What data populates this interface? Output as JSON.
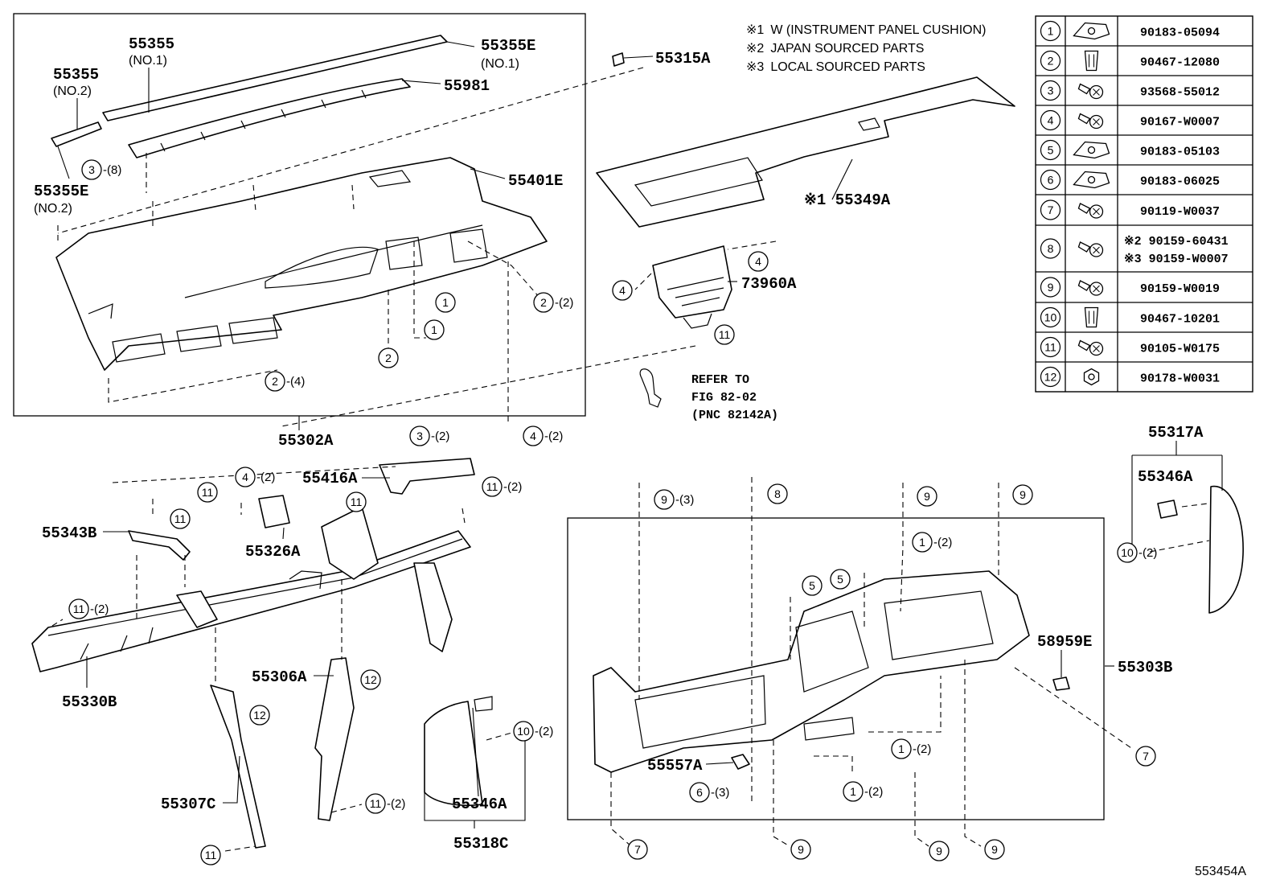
{
  "notes": [
    {
      "mark": "※1",
      "text": "W (INSTRUMENT PANEL CUSHION)"
    },
    {
      "mark": "※2",
      "text": "JAPAN SOURCED PARTS"
    },
    {
      "mark": "※3",
      "text": "LOCAL SOURCED PARTS"
    }
  ],
  "fastener_table": {
    "rows": [
      {
        "num": "1",
        "icon": "clip-nut-icon",
        "part": "90183-05094"
      },
      {
        "num": "2",
        "icon": "push-clip-icon",
        "part": "90467-12080"
      },
      {
        "num": "3",
        "icon": "screw-icon",
        "part": "93568-55012"
      },
      {
        "num": "4",
        "icon": "screw-icon",
        "part": "90167-W0007"
      },
      {
        "num": "5",
        "icon": "clip-nut-icon",
        "part": "90183-05103"
      },
      {
        "num": "6",
        "icon": "clip-nut-icon",
        "part": "90183-06025"
      },
      {
        "num": "7",
        "icon": "bolt-icon",
        "part": "90119-W0037"
      },
      {
        "num": "8",
        "icon": "screw-icon",
        "part": "※2 90159-60431",
        "part2": "※3 90159-W0007"
      },
      {
        "num": "9",
        "icon": "screw-icon",
        "part": "90159-W0019"
      },
      {
        "num": "10",
        "icon": "push-clip-icon",
        "part": "90467-10201"
      },
      {
        "num": "11",
        "icon": "bolt-icon",
        "part": "90105-W0175"
      },
      {
        "num": "12",
        "icon": "nut-icon",
        "part": "90178-W0031"
      }
    ]
  },
  "labels": {
    "p55355_no1": "55355",
    "p55355_no1_sub": "(NO.1)",
    "p55355_no2": "55355",
    "p55355_no2_sub": "(NO.2)",
    "p55355e_no1": "55355E",
    "p55355e_no1_sub": "(NO.1)",
    "p55355e_no2": "55355E",
    "p55355e_no2_sub": "(NO.2)",
    "p55981": "55981",
    "p55401e": "55401E",
    "p55315a": "55315A",
    "p55349a": "※1 55349A",
    "p73960a": "73960A",
    "p55302a": "55302A",
    "p55416a": "55416A",
    "p55343b": "55343B",
    "p55326a": "55326A",
    "p55330b": "55330B",
    "p55306a": "55306A",
    "p55307c": "55307C",
    "p55346a_left": "55346A",
    "p55318c": "55318C",
    "p55557a": "55557A",
    "p55317a": "55317A",
    "p55346a_right": "55346A",
    "p58959e": "58959E",
    "p55303b": "55303B",
    "refer1": "REFER TO",
    "refer2": "FIG 82-02",
    "refer3": "(PNC 82142A)",
    "figure_id": "553454A"
  },
  "callouts": {
    "c1": {
      "n": "3",
      "q": "-(8)"
    },
    "c2": {
      "n": "1",
      "q": ""
    },
    "c3": {
      "n": "1",
      "q": ""
    },
    "c4": {
      "n": "2",
      "q": "-(2)"
    },
    "c5": {
      "n": "2",
      "q": ""
    },
    "c6": {
      "n": "2",
      "q": "-(4)"
    },
    "c7": {
      "n": "4",
      "q": ""
    },
    "c8": {
      "n": "4",
      "q": ""
    },
    "c9": {
      "n": "11",
      "q": ""
    },
    "c10": {
      "n": "4",
      "q": "-(2)"
    },
    "c11": {
      "n": "3",
      "q": "-(2)"
    },
    "c12": {
      "n": "11",
      "q": ""
    },
    "c13": {
      "n": "11",
      "q": ""
    },
    "c14": {
      "n": "4",
      "q": "-(2)"
    },
    "c15": {
      "n": "11",
      "q": ""
    },
    "c16": {
      "n": "11",
      "q": "-(2)"
    },
    "c17": {
      "n": "11",
      "q": "-(2)"
    },
    "c18": {
      "n": "12",
      "q": ""
    },
    "c19": {
      "n": "12",
      "q": ""
    },
    "c20": {
      "n": "10",
      "q": "-(2)"
    },
    "c21": {
      "n": "11",
      "q": "-(2)"
    },
    "c22": {
      "n": "11",
      "q": ""
    },
    "c23": {
      "n": "9",
      "q": "-(3)"
    },
    "c24": {
      "n": "8",
      "q": ""
    },
    "c25": {
      "n": "9",
      "q": ""
    },
    "c26": {
      "n": "9",
      "q": ""
    },
    "c27": {
      "n": "1",
      "q": "-(2)"
    },
    "c28": {
      "n": "5",
      "q": ""
    },
    "c29": {
      "n": "5",
      "q": ""
    },
    "c30": {
      "n": "1",
      "q": "-(2)"
    },
    "c31": {
      "n": "1",
      "q": "-(2)"
    },
    "c32": {
      "n": "6",
      "q": "-(3)"
    },
    "c33": {
      "n": "7",
      "q": ""
    },
    "c34": {
      "n": "9",
      "q": ""
    },
    "c35": {
      "n": "9",
      "q": ""
    },
    "c36": {
      "n": "9",
      "q": ""
    },
    "c37": {
      "n": "7",
      "q": ""
    },
    "c38": {
      "n": "10",
      "q": "-(2)"
    }
  }
}
